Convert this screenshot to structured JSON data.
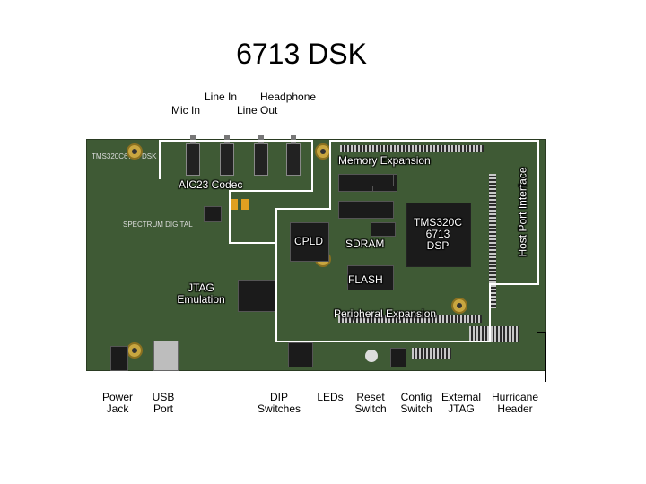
{
  "title": "6713 DSK",
  "top_labels": {
    "line_in": "Line In",
    "headphone": "Headphone",
    "mic_in": "Mic In",
    "line_out": "Line Out"
  },
  "board_labels": {
    "memory_expansion": "Memory Expansion",
    "aic23_codec": "AIC23 Codec",
    "cpld": "CPLD",
    "sdram": "SDRAM",
    "dsp_line1": "TMS320C",
    "dsp_line2": "6713",
    "dsp_line3": "DSP",
    "jtag_emulation_line1": "JTAG",
    "jtag_emulation_line2": "Emulation",
    "flash": "FLASH",
    "peripheral_expansion": "Peripheral Expansion",
    "host_port_interface": "Host Port Interface"
  },
  "bottom_labels": {
    "power_jack": [
      "Power",
      "Jack"
    ],
    "usb_port": [
      "USB",
      "Port"
    ],
    "dip_switches": [
      "DIP",
      "Switches"
    ],
    "leds": [
      "LEDs",
      ""
    ],
    "reset_switch": [
      "Reset",
      "Switch"
    ],
    "config_switch": [
      "Config",
      "Switch"
    ],
    "external_jtag": [
      "External",
      "JTAG"
    ],
    "hurricane_header": [
      "Hurricane",
      "Header"
    ]
  },
  "silkscreen": {
    "board_name": "TMS320C6713 DSK",
    "brand": "SPECTRUM DIGITAL"
  },
  "colors": {
    "board": "#3f5a35",
    "chip": "#1b1b1b",
    "outline": "#ffffff",
    "text": "#000000"
  }
}
